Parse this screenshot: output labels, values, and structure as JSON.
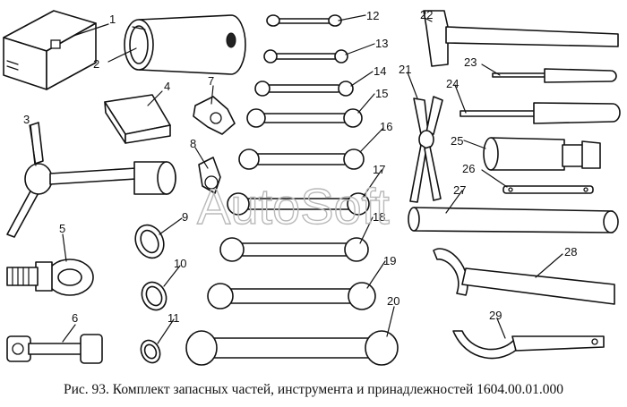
{
  "figure": {
    "caption": "Рис. 93. Комплект запасных частей, инструмента и принадлежностей 1604.00.01.000",
    "watermark": "AutoSoft",
    "callouts": [
      "1",
      "2",
      "3",
      "4",
      "5",
      "6",
      "7",
      "8",
      "9",
      "10",
      "11",
      "12",
      "13",
      "14",
      "15",
      "16",
      "17",
      "18",
      "19",
      "20",
      "21",
      "22",
      "23",
      "24",
      "25",
      "26",
      "27",
      "28",
      "29"
    ],
    "ink_color": "#111111",
    "background_color": "#ffffff"
  }
}
